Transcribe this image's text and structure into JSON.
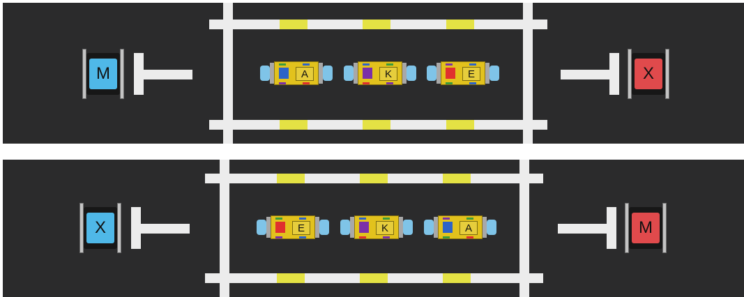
{
  "panels": [
    {
      "left_station": {
        "letter": "M",
        "color": "#4fb8e8"
      },
      "right_station": {
        "letter": "X",
        "color": "#e04a4c"
      },
      "cubes": [
        {
          "letter": "A",
          "tile_color": "#2d63c8"
        },
        {
          "letter": "K",
          "tile_color": "#7b2fa8"
        },
        {
          "letter": "E",
          "tile_color": "#e0302e"
        }
      ]
    },
    {
      "left_station": {
        "letter": "X",
        "color": "#4fb8e8"
      },
      "right_station": {
        "letter": "M",
        "color": "#e04a4c"
      },
      "cubes": [
        {
          "letter": "E",
          "tile_color": "#e0302e"
        },
        {
          "letter": "K",
          "tile_color": "#7b2fa8"
        },
        {
          "letter": "A",
          "tile_color": "#2d63c8"
        }
      ]
    }
  ],
  "colors": {
    "floor": "#2b2b2c",
    "tape": "#ececec",
    "tape_accent": "#e4e244",
    "cube": "#e2c21d"
  }
}
